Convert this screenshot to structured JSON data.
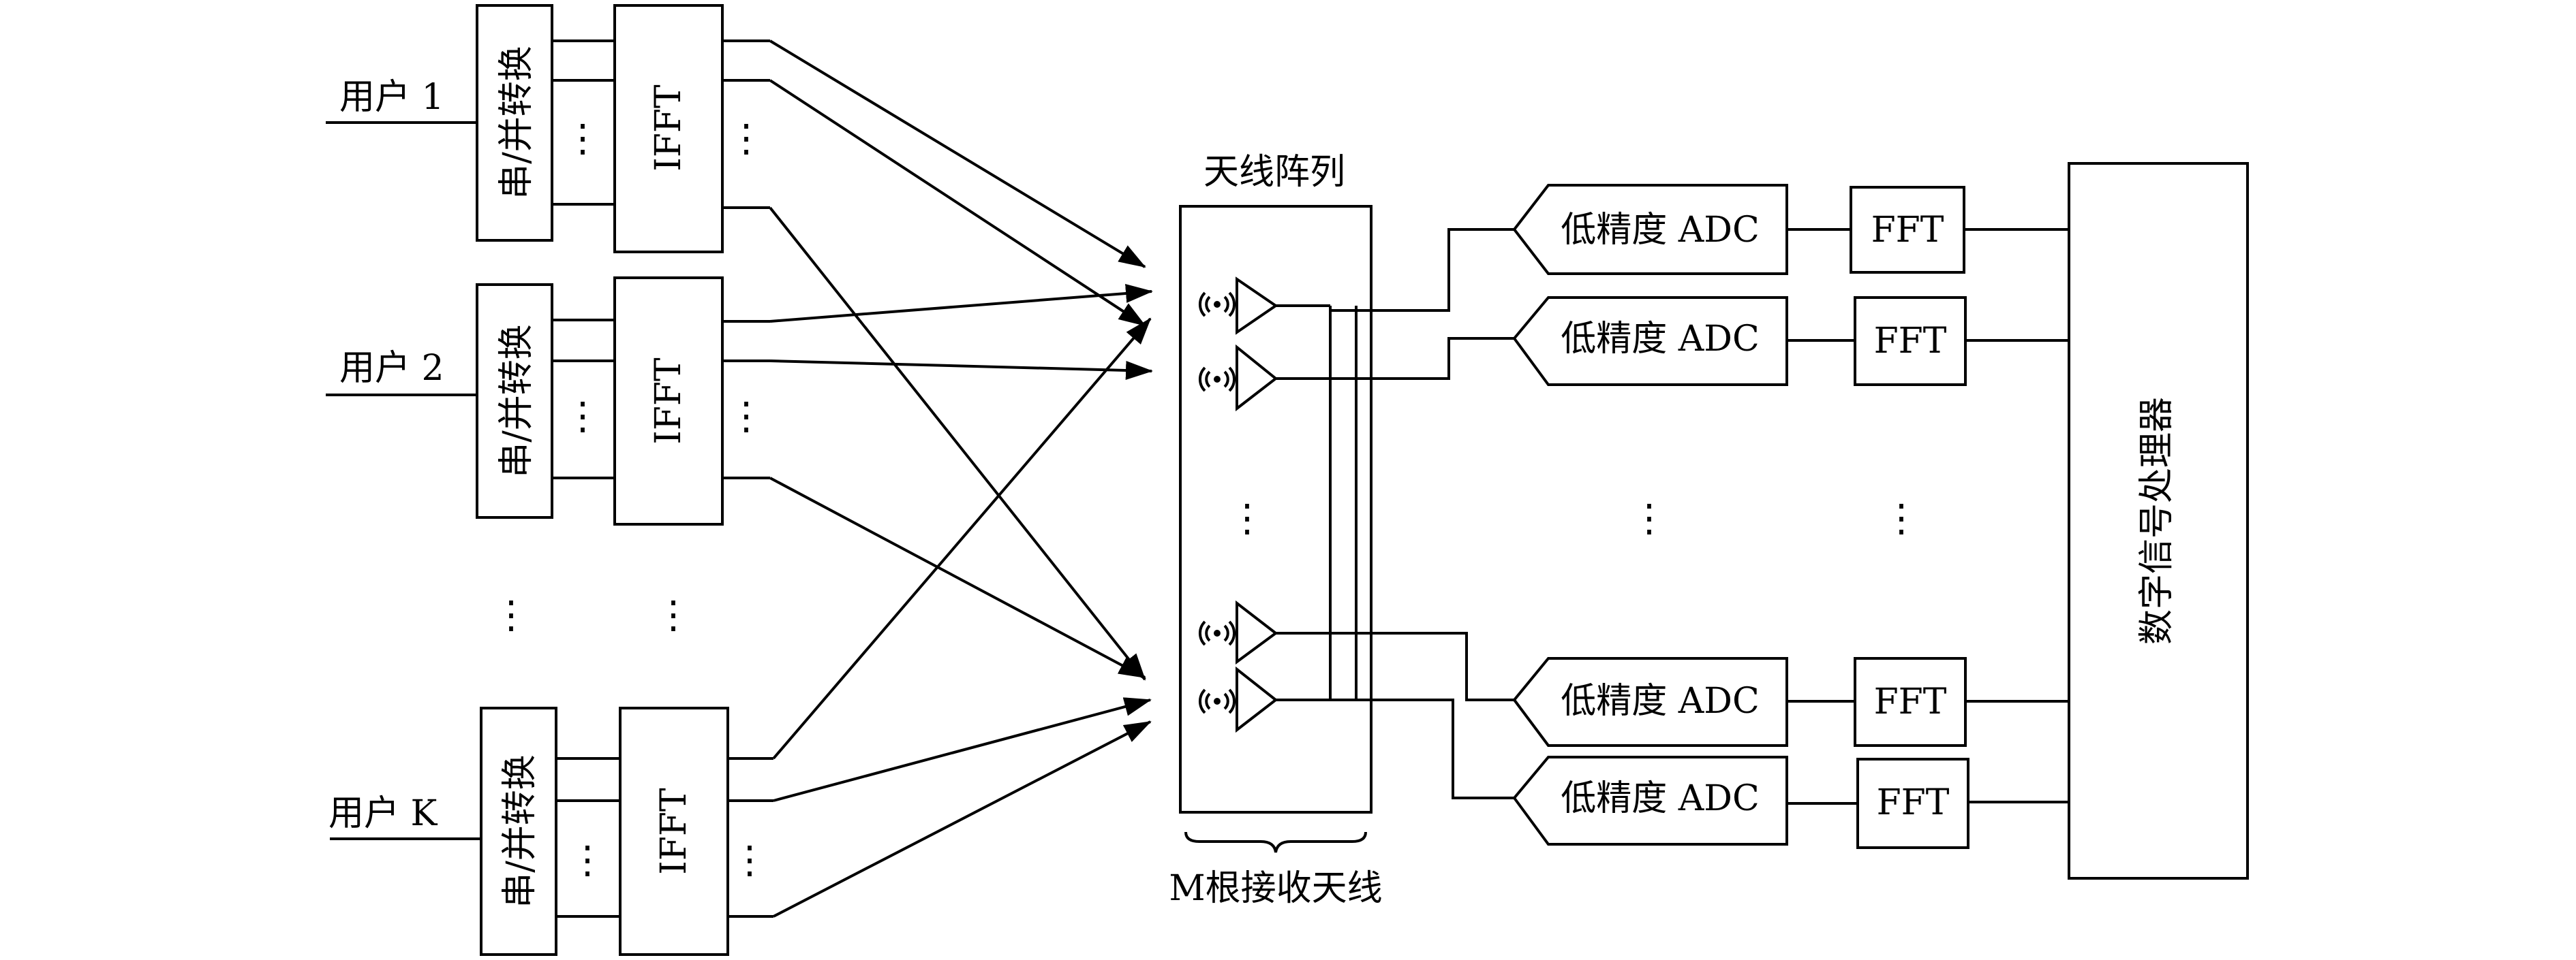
{
  "users": [
    {
      "label": "用户 1"
    },
    {
      "label": "用户 2"
    },
    {
      "label": "用户 K"
    }
  ],
  "sp_label": "串/并转换",
  "ifft_label": "IFFT",
  "ellipsis": "⋮",
  "antenna_array": {
    "title": "天线阵列",
    "caption": "M根接收天线"
  },
  "adc_label": "低精度 ADC",
  "fft_label": "FFT",
  "dsp_label": "数字信号处理器"
}
